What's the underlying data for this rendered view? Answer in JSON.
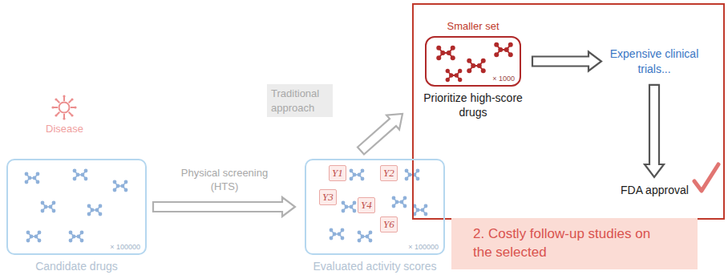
{
  "diagram": {
    "nodes": [
      {
        "text": [
          "× 100000",
          "Candidate drugs"
        ]
      },
      {
        "text": [
          "× 100000",
          "Evaluated activity scores"
        ]
      },
      {
        "text": [
          "Y1"
        ],
        "in": 1
      },
      {
        "text": [
          "Y2"
        ],
        "in": 1
      },
      {
        "text": [
          "Y3"
        ],
        "in": 1
      },
      {
        "text": [
          "Y4"
        ],
        "in": 1
      },
      {
        "text": [
          "Y6"
        ],
        "in": 1
      },
      {
        "text": [
          "Smaller set",
          "× 1000",
          "Prioritize high-score drugs"
        ]
      },
      {
        "text": [
          "Expensive clinical trials..."
        ]
      },
      {
        "text": [
          "FDA approval"
        ]
      },
      {
        "text": [
          "2. Costly follow-up studies on the selected"
        ]
      }
    ],
    "edges": [
      {
        "from": 0,
        "to": 1,
        "arrow": "to",
        "label": "Physical screening (HTS)"
      },
      {
        "from": 1,
        "to": 7,
        "arrow": "to",
        "label": "Traditional approach"
      },
      {
        "from": 7,
        "to": 8,
        "arrow": "to"
      },
      {
        "from": 8,
        "to": 9,
        "arrow": "to"
      }
    ],
    "labels": [
      "Disease"
    ]
  }
}
